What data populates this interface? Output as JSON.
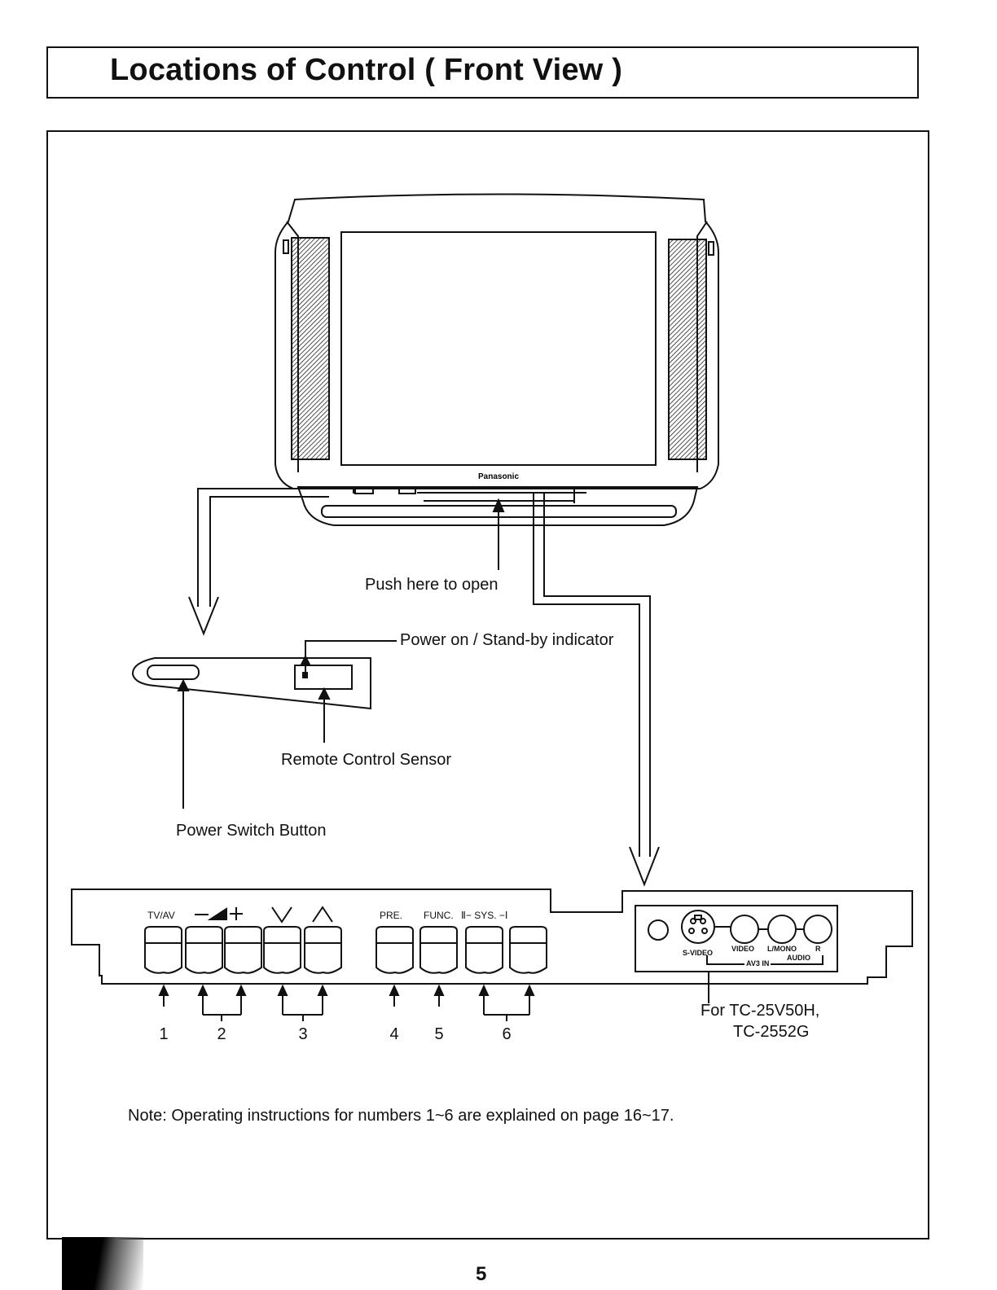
{
  "title": "Locations of Control ( Front View )",
  "labels": {
    "push_here": "Push here to open",
    "power_indicator": "Power on / Stand-by indicator",
    "remote_sensor": "Remote Control Sensor",
    "power_switch": "Power Switch Button",
    "model_line1": "For TC-25V50H,",
    "model_line2": "TC-2552G"
  },
  "brand": "Panasonic",
  "panel_buttons": [
    "TV/AV",
    "—◢+",
    "∨",
    "∧",
    "PRE.",
    "FUNC.",
    "Ⅱ−  SYS.  −Ⅰ"
  ],
  "av_jacks": [
    "S-VIDEO",
    "VIDEO",
    "L/MONO",
    "R",
    "AUDIO",
    "AV3 IN"
  ],
  "callout_numbers": [
    "1",
    "2",
    "3",
    "4",
    "5",
    "6"
  ],
  "note": "Note: Operating instructions for numbers 1~6 are explained on page 16~17.",
  "page_number": "5"
}
